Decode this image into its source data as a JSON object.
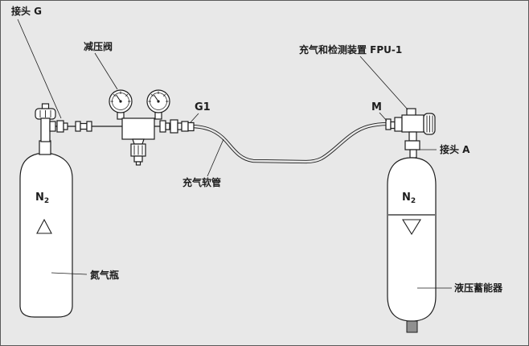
{
  "labels": {
    "connector_g": "接头 G",
    "reducing_valve": "减压阀",
    "fpu_device": "充气和检测装置 FPU-1",
    "port_g1": "G1",
    "port_m": "M",
    "connector_a": "接头 A",
    "charging_hose": "充气软管",
    "nitrogen_bottle": "氮气瓶",
    "hydraulic_accumulator": "液压蓄能器",
    "n2_main": "N",
    "n2_sub": "2"
  },
  "colors": {
    "background": "#e8e8e8",
    "line": "#1d1d1d",
    "fill": "#ffffff",
    "port": "#909090",
    "border": "#5a5a5a"
  }
}
